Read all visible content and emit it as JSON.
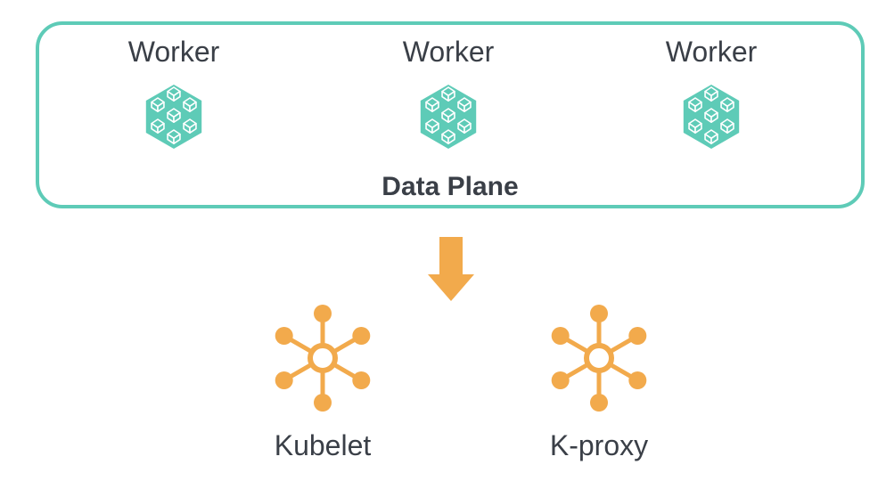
{
  "data_plane": {
    "label": "Data Plane",
    "border_color": "#5ecbb7",
    "workers": [
      {
        "label": "Worker",
        "icon": "cube-cluster-icon"
      },
      {
        "label": "Worker",
        "icon": "cube-cluster-icon"
      },
      {
        "label": "Worker",
        "icon": "cube-cluster-icon"
      }
    ]
  },
  "arrow": {
    "icon": "down-arrow-icon",
    "color": "#f2aa4c"
  },
  "components": [
    {
      "label": "Kubelet",
      "icon": "hub-node-icon"
    },
    {
      "label": "K-proxy",
      "icon": "hub-node-icon"
    }
  ],
  "colors": {
    "teal": "#5ecbb7",
    "orange": "#f2aa4c",
    "text": "#3a3f47"
  }
}
